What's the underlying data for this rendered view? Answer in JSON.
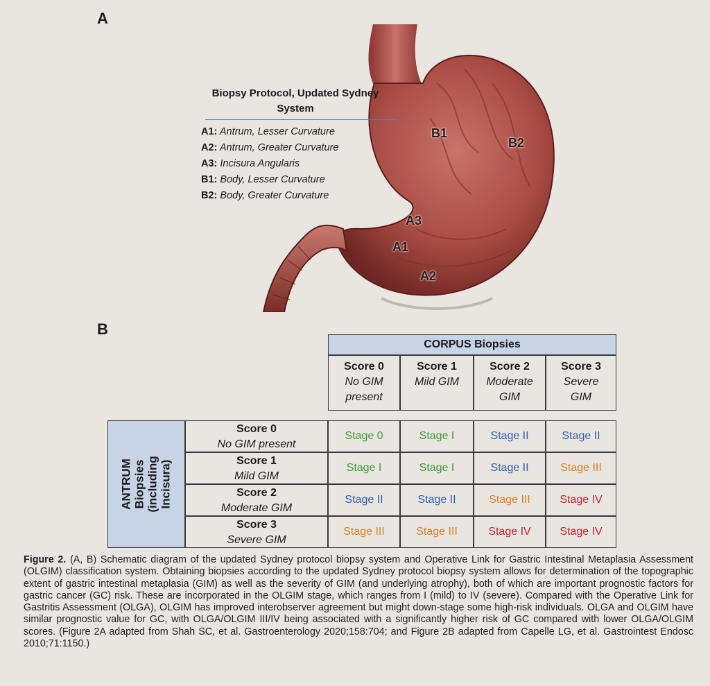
{
  "panel_a": {
    "letter": "A",
    "legend": {
      "title_line1": "Biopsy Protocol, Updated Sydney",
      "title_line2": "System",
      "items": [
        {
          "code": "A1:",
          "text": "Antrum, Lesser Curvature"
        },
        {
          "code": "A2:",
          "text": "Antrum, Greater Curvature"
        },
        {
          "code": "A3:",
          "text": "Incisura Angularis"
        },
        {
          "code": "B1:",
          "text": "Body, Lesser Curvature"
        },
        {
          "code": "B2:",
          "text": "Body, Greater Curvature"
        }
      ]
    },
    "regions": {
      "b1": "B1",
      "b2": "B2",
      "a3": "A3",
      "a1": "A1",
      "a2": "A2"
    }
  },
  "panel_b": {
    "letter": "B",
    "corpus_title": "CORPUS Biopsies",
    "antrum_title": [
      "ANTRUM",
      "Biopsies",
      "(including",
      "Incisura)"
    ],
    "col_headers": [
      {
        "score": "Score 0",
        "desc": [
          "No GIM",
          "present"
        ]
      },
      {
        "score": "Score 1",
        "desc": [
          "Mild GIM"
        ]
      },
      {
        "score": "Score 2",
        "desc": [
          "Moderate",
          "GIM"
        ]
      },
      {
        "score": "Score 3",
        "desc": [
          "Severe",
          "GIM"
        ]
      }
    ],
    "row_headers": [
      {
        "score": "Score 0",
        "desc": "No GIM present"
      },
      {
        "score": "Score 1",
        "desc": "Mild GIM"
      },
      {
        "score": "Score 2",
        "desc": "Moderate GIM"
      },
      {
        "score": "Score 3",
        "desc": "Severe GIM"
      }
    ],
    "stages": [
      [
        "Stage 0",
        "Stage I",
        "Stage II",
        "Stage II"
      ],
      [
        "Stage I",
        "Stage I",
        "Stage II",
        "Stage III"
      ],
      [
        "Stage II",
        "Stage II",
        "Stage III",
        "Stage IV"
      ],
      [
        "Stage III",
        "Stage III",
        "Stage IV",
        "Stage IV"
      ]
    ],
    "stage_colors": {
      "Stage 0": "#3f9a36",
      "Stage I": "#3f9a36",
      "Stage II": "#2f5fb0",
      "Stage III": "#e07d22",
      "Stage IV": "#cf1f2a"
    }
  },
  "caption": {
    "label": "Figure 2.",
    "text": " (A, B) Schematic diagram of the updated Sydney protocol biopsy system and Operative Link for Gastric Intestinal Metaplasia Assessment (OLGIM) classification system. Obtaining biopsies according to the updated Sydney protocol biopsy system allows for determination of the topographic extent of gastric intestinal metaplasia (GIM) as well as the severity of GIM (and underlying atrophy), both of which are important prognostic factors for gastric cancer (GC) risk. These are incorporated in the OLGIM stage, which ranges from I (mild) to IV (severe). Compared with the Operative Link for Gastritis Assessment (OLGA), OLGIM has improved interobserver agreement but might down-stage some high-risk individuals. OLGA and OLGIM have similar prognostic value for GC, with OLGA/OLGIM III/IV being associated with a significantly higher risk of GC compared with lower OLGA/OLGIM scores. (Figure 2A adapted from Shah SC, et al. Gastroenterology 2020;158:704; and Figure 2B adapted from Capelle LG, et al. Gastrointest Endosc 2010;71:1150.)"
  }
}
